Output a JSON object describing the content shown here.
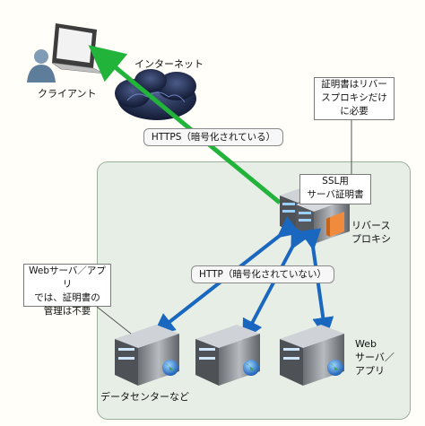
{
  "labels": {
    "client": "クライアント",
    "internet": "インターネット",
    "https": "HTTPS（暗号化されている）",
    "http": "HTTP（暗号化されていない）",
    "reverse_proxy_line1": "リバース",
    "reverse_proxy_line2": "プロキシ",
    "web_server_line1": "Web",
    "web_server_line2": "サーバ／",
    "web_server_line3": "アプリ",
    "datacenter": "データセンターなど"
  },
  "notes": {
    "cert_only_proxy": [
      "証明書はリバー",
      "スプロキシだけ",
      "に必要"
    ],
    "ssl_cert": [
      "SSL用",
      "サーバ証明書"
    ],
    "web_no_cert": [
      "Webサーバ／アプリ",
      "では、証明書の",
      "管理は不要"
    ]
  },
  "colors": {
    "https_arrow": "#22b43a",
    "http_arrow": "#1a67c0",
    "zone_fill": "#e7eee6",
    "cert_icon": "#f08a3c"
  }
}
